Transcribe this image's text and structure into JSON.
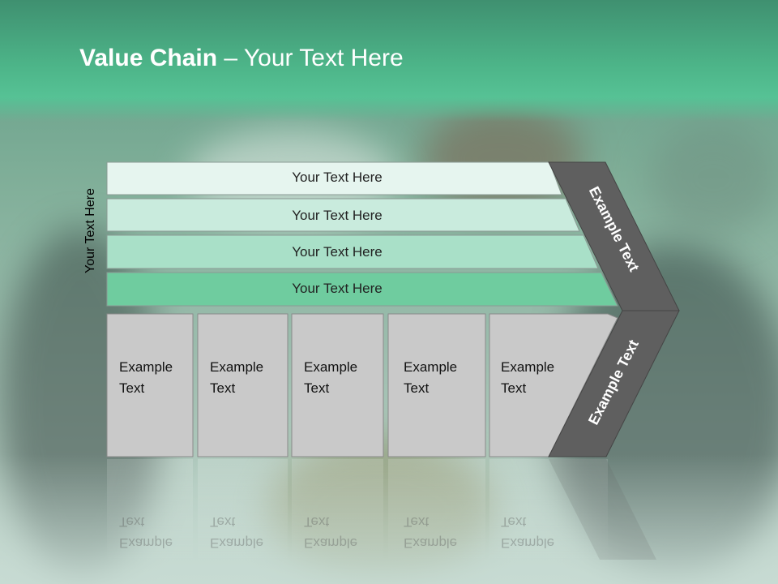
{
  "slide": {
    "title_bold": "Value Chain",
    "title_rest": " – Your Text Here",
    "side_label": "Your Text Here"
  },
  "bars": [
    {
      "label": "Your Text Here"
    },
    {
      "label": "Your Text Here"
    },
    {
      "label": "Your Text Here"
    },
    {
      "label": "Your Text Here"
    }
  ],
  "cells": [
    {
      "line1": "Example",
      "line2": "Text"
    },
    {
      "line1": "Example",
      "line2": "Text"
    },
    {
      "line1": "Example",
      "line2": "Text"
    },
    {
      "line1": "Example",
      "line2": "Text"
    },
    {
      "line1": "Example",
      "line2": "Text"
    }
  ],
  "chevron": {
    "upper_label": "Example Text",
    "lower_label": "Example Text"
  },
  "colors": {
    "title_band": "#4db589",
    "bar1": "#e6f5ef",
    "bar2": "#c9ebdd",
    "bar3": "#a9e0c8",
    "bar4": "#6fcc9f",
    "cell": "#c9c9c9",
    "chevron": "#5f5f5f"
  }
}
